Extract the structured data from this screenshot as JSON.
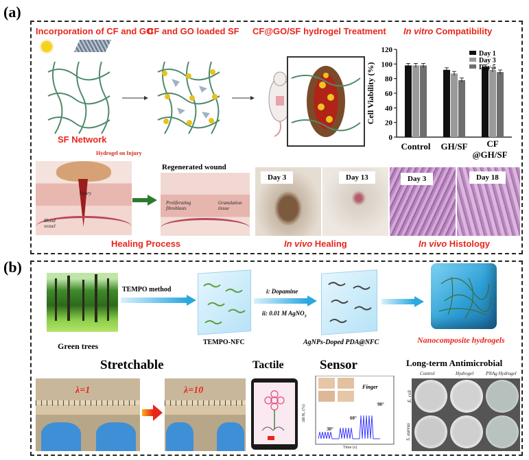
{
  "panel_a": {
    "letter": "(a)",
    "titles": {
      "incorporation": "Incorporation of CF and GO",
      "loaded": "CF and GO loaded SF",
      "treatment": "CF@GO/SF hydrogel Treatment",
      "compat_italic": "In vitro",
      "compat_rest": " Compatibility"
    },
    "sf_network": "SF Network",
    "hydrogel_on_injury": "Hydrogel on Injury",
    "regenerated_wound": "Regenerated wound",
    "injury": "Injury",
    "blood_vessel": "Blood vessel",
    "proliferating": "Proliferating fibroblasts",
    "granulation": "Granulation tissue",
    "healing_process": "Healing Process",
    "invivo_healing_italic": "In vivo",
    "invivo_healing_rest": " Healing",
    "invivo_histology_italic": "In vivo",
    "invivo_histology_rest": " Histology",
    "photo_days": [
      "Day 3",
      "Day 13",
      "Day 3",
      "Day 18"
    ],
    "chart_data": {
      "type": "bar",
      "ylabel": "Cell Viability (%)",
      "ylim": [
        0,
        120
      ],
      "yticks": [
        0,
        20,
        40,
        60,
        80,
        100,
        120
      ],
      "categories": [
        "Control",
        "GH/SF",
        "CF",
        "@GH/SF"
      ],
      "category_groups": [
        "Control",
        "GH/SF",
        "CF@GH/SF"
      ],
      "series": [
        {
          "name": "Day 1",
          "color": "#111111",
          "values": [
            98,
            92,
            96
          ]
        },
        {
          "name": "Day 3",
          "color": "#9a9a9a",
          "values": [
            98,
            87,
            92
          ]
        },
        {
          "name": "Day 5",
          "color": "#6e6e6e",
          "values": [
            98,
            78,
            89
          ]
        }
      ],
      "legend": "top-right"
    }
  },
  "panel_b": {
    "letter": "(b)",
    "green_trees": "Green trees",
    "tempo_method": "TEMPO method",
    "tempo_nfc": "TEMPO-NFC",
    "step_i": "i: Dopamine",
    "step_ii": "ii: 0.01 M AgNO",
    "step_ii_sub": "3",
    "agnps": "AgNPs-Doped PDA@NFC",
    "nanocomposite": "Nanocomposite  hydrogels",
    "stretchable": "Stretchable",
    "tactile": "Tactile",
    "sensor": "Sensor",
    "antimicrobial": "Long-term Antimicrobial",
    "lambda1": "λ=1",
    "lambda10": "λ=10",
    "finger": "Finger",
    "angles": [
      "30°",
      "60°",
      "90°"
    ],
    "sensor_xlabel": "Time (s)",
    "sensor_ylabel": "ΔR/R₀ (%)",
    "plate_cols": [
      "Control",
      "Hydrogel",
      "PNAg Hydrogel"
    ],
    "plate_rows": [
      "E. coli",
      "S. aureus"
    ]
  }
}
